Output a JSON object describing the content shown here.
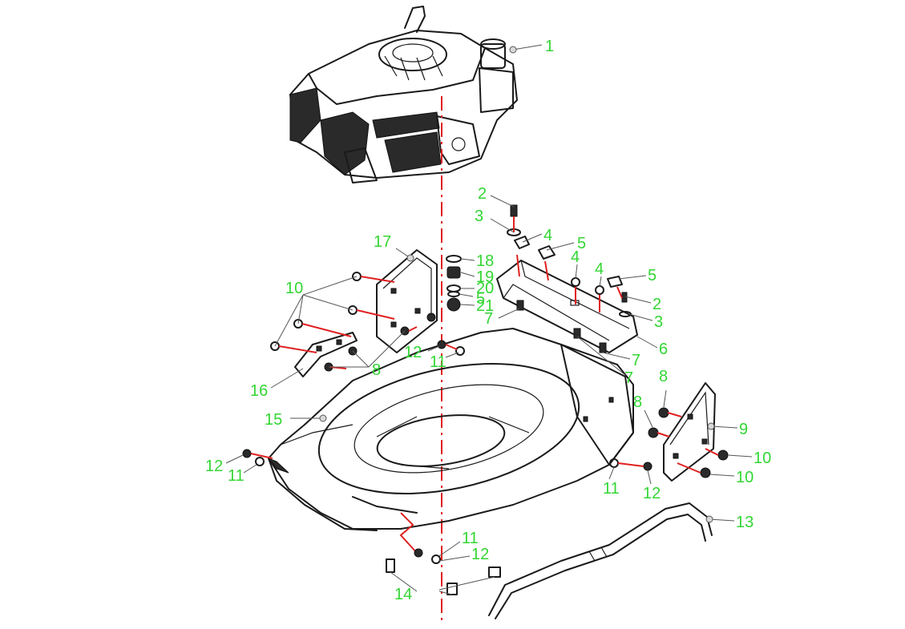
{
  "colors": {
    "callout_text": "#33d633",
    "outline": "#1a1a1a",
    "assembly_line": "#e02020"
  },
  "callouts": [
    {
      "id": "c1",
      "label": "1"
    },
    {
      "id": "c2a",
      "label": "2"
    },
    {
      "id": "c3a",
      "label": "3"
    },
    {
      "id": "c4a",
      "label": "4"
    },
    {
      "id": "c5a",
      "label": "5"
    },
    {
      "id": "c4b",
      "label": "4"
    },
    {
      "id": "c4c",
      "label": "4"
    },
    {
      "id": "c5b",
      "label": "5"
    },
    {
      "id": "c2b",
      "label": "2"
    },
    {
      "id": "c3b",
      "label": "3"
    },
    {
      "id": "c6",
      "label": "6"
    },
    {
      "id": "c7a",
      "label": "7"
    },
    {
      "id": "c7b",
      "label": "7"
    },
    {
      "id": "c7c",
      "label": "7"
    },
    {
      "id": "c18",
      "label": "18"
    },
    {
      "id": "c19",
      "label": "19"
    },
    {
      "id": "c20",
      "label": "20"
    },
    {
      "id": "c5c",
      "label": "5"
    },
    {
      "id": "c21",
      "label": "21"
    },
    {
      "id": "c17",
      "label": "17"
    },
    {
      "id": "c10a",
      "label": "10"
    },
    {
      "id": "c8a",
      "label": "8"
    },
    {
      "id": "c16",
      "label": "16"
    },
    {
      "id": "c12a",
      "label": "12"
    },
    {
      "id": "c11a",
      "label": "11"
    },
    {
      "id": "c15",
      "label": "15"
    },
    {
      "id": "c12b",
      "label": "12"
    },
    {
      "id": "c11b",
      "label": "11"
    },
    {
      "id": "c8b",
      "label": "8"
    },
    {
      "id": "c8c",
      "label": "8"
    },
    {
      "id": "c9",
      "label": "9"
    },
    {
      "id": "c10b",
      "label": "10"
    },
    {
      "id": "c10c",
      "label": "10"
    },
    {
      "id": "c11c",
      "label": "11"
    },
    {
      "id": "c12c",
      "label": "12"
    },
    {
      "id": "c13",
      "label": "13"
    },
    {
      "id": "c11d",
      "label": "11"
    },
    {
      "id": "c12d",
      "label": "12"
    },
    {
      "id": "c14",
      "label": "14"
    }
  ]
}
